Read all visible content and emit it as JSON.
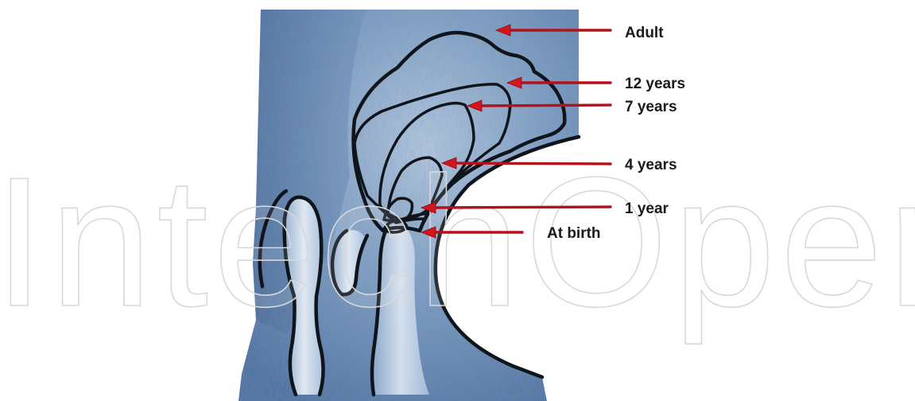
{
  "diagram": {
    "labels": {
      "adult": "Adult",
      "y12": "12 years",
      "y7": "7 years",
      "y4": "4 years",
      "y1": "1 year",
      "birth": "At birth"
    },
    "watermark": "IntechOpen",
    "colors": {
      "tissue": "#5d82b0",
      "tissue_light": "#c9d7e8",
      "arrow": "#d4151e",
      "outline": "#10151c"
    }
  }
}
